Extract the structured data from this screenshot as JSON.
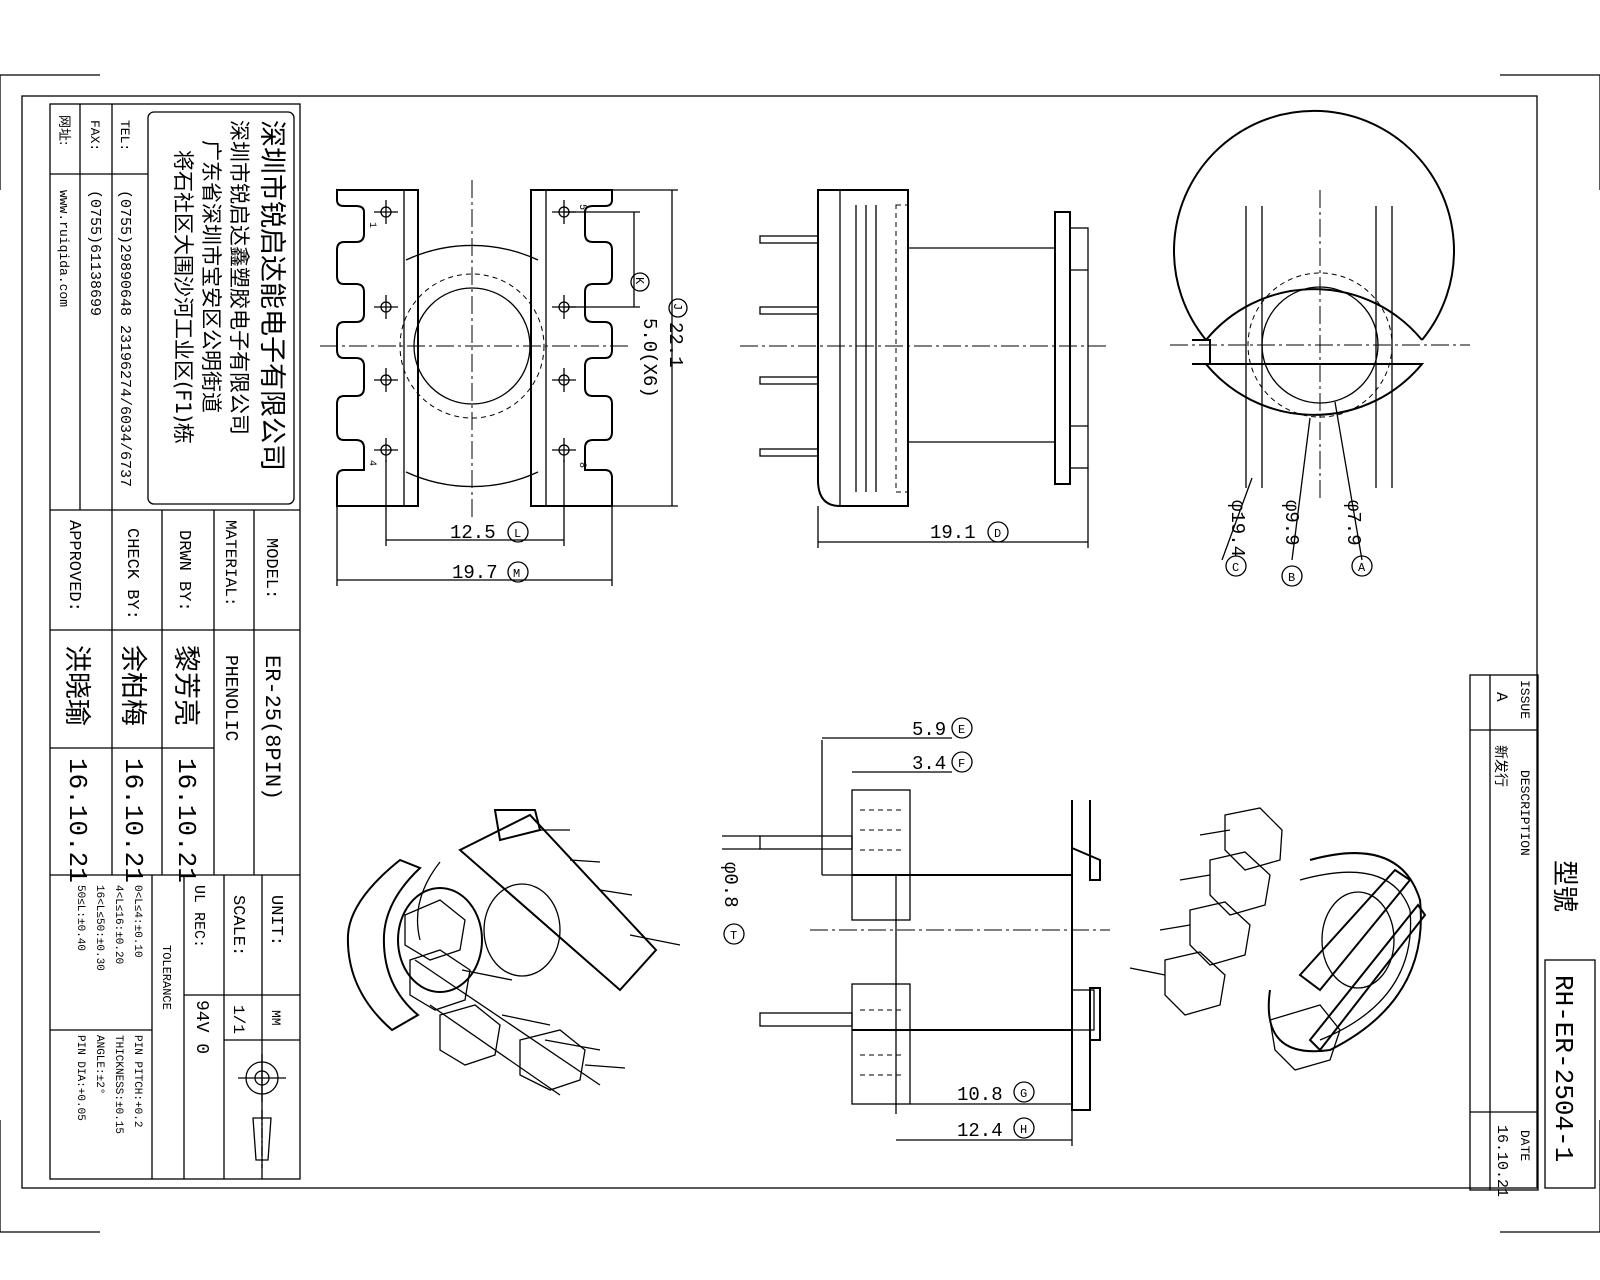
{
  "company": {
    "name_cn": "深圳市锐启达能电子有限公司",
    "factory_cn": "深圳市锐启达鑫塑胶电子有限公司",
    "address_line1": "广东省深圳市宝安区公明街道",
    "address_line2": "将石社区大围沙河工业区(F1)栋",
    "tel_label": "TEL:",
    "tel_value": "(0755)29890648  23196274/6034/6737",
    "fax_label": "FAX:",
    "fax_value": "(0755)61138699",
    "web_label": "网址:",
    "web_value": "www.ruiqida.com"
  },
  "title_block": {
    "model_label": "MODEL:",
    "model_value": "ER-25(8PIN)",
    "material_label": "MATERIAL:",
    "material_value": "PHENOLIC",
    "drwn_label": "DRWN BY:",
    "drwn_name": "黎芳亮",
    "drwn_date": "16.10.21",
    "check_label": "CHECK BY:",
    "check_name": "余柏梅",
    "check_date": "16.10.21",
    "approved_label": "APPROVED:",
    "approved_name": "洪晓瑜",
    "approved_date": "16.10.21",
    "unit_label": "UNIT:",
    "unit_value": "MM",
    "scale_label": "SCALE:",
    "scale_value": "1/1",
    "ul_label": "UL REC:",
    "ul_value": "94V 0",
    "tolerance_label": "TOLERANCE",
    "tolerances": [
      "0<L≤4:±0.10",
      "4<L≤16:±0.20",
      "16<L≤50:±0.30",
      "50≤L:±0.40"
    ],
    "tolerances2": [
      "PIN PITCH:+0.2",
      "THICKNESS:±0.15",
      "ANGLE:±2°",
      "PIN DIA:+0.05"
    ]
  },
  "revision": {
    "issue_label": "ISSUE",
    "issue_value": "A",
    "description_label": "DESCRIPTION",
    "description_value": "新发行",
    "date_label": "DATE",
    "date_value": "16.10.21"
  },
  "part_number": {
    "label": "型號",
    "value": "RH-ER-2504-1"
  },
  "dimensions": {
    "J": "22.1",
    "J_tag": "J",
    "K": "5.0(X6)",
    "K_tag": "K",
    "L": "12.5",
    "L_tag": "L",
    "M": "19.7",
    "M_tag": "M",
    "D": "19.1",
    "D_tag": "D",
    "A": "φ7.9",
    "A_tag": "A",
    "B": "φ9.9",
    "B_tag": "B",
    "C": "φ19.4",
    "C_tag": "C",
    "E": "5.9",
    "E_tag": "E",
    "F": "3.4",
    "F_tag": "F",
    "T": "φ0.8",
    "T_tag": "T",
    "G": "10.8",
    "G_tag": "G",
    "H": "12.4",
    "H_tag": "H"
  },
  "pin_numbers": [
    "1",
    "4",
    "5",
    "8"
  ]
}
